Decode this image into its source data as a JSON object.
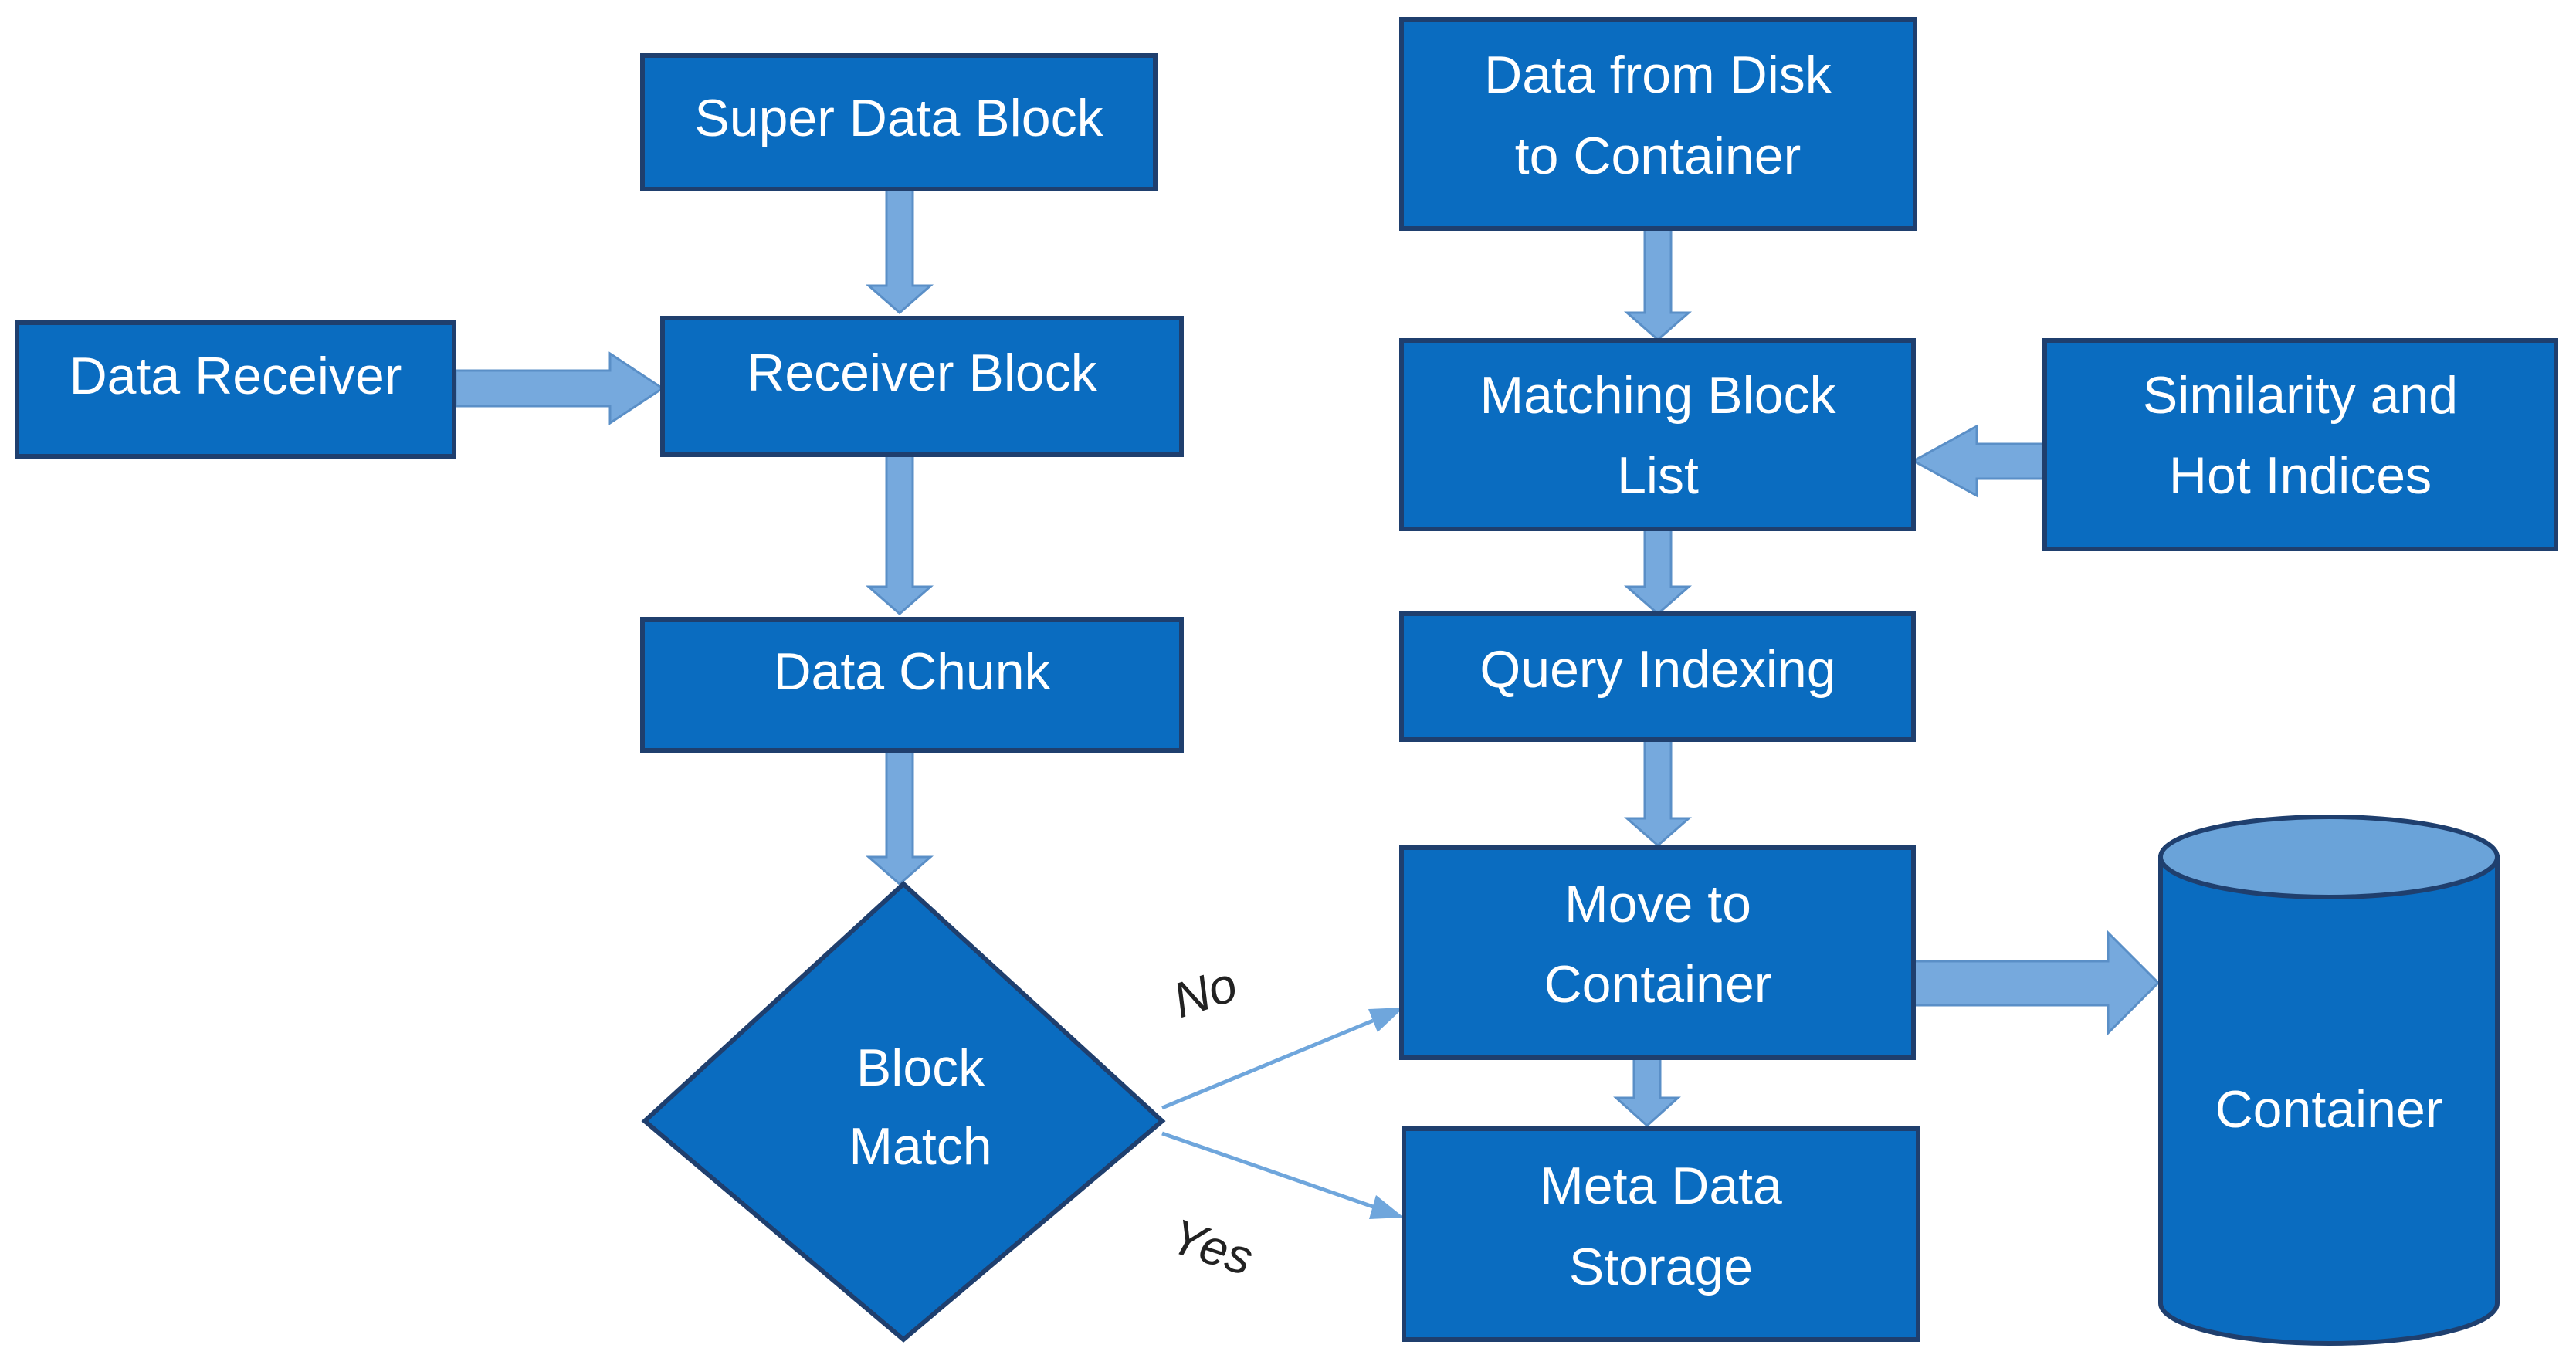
{
  "nodes": {
    "super_data_block": [
      "Super Data Block"
    ],
    "data_receiver": [
      "Data Receiver"
    ],
    "receiver_block": [
      "Receiver Block"
    ],
    "data_chunk": [
      "Data Chunk"
    ],
    "block_match": [
      "Block",
      "Match"
    ],
    "data_from_disk": [
      "Data from Disk",
      "to Container"
    ],
    "matching_block_list": [
      "Matching Block",
      "List"
    ],
    "similarity_hot_indices": [
      "Similarity and",
      "Hot Indices"
    ],
    "query_indexing": [
      "Query Indexing"
    ],
    "move_to_container": [
      "Move to",
      "Container"
    ],
    "meta_data_storage": [
      "Meta Data",
      "Storage"
    ],
    "container": [
      "Container"
    ]
  },
  "edges": {
    "no_label": "No",
    "yes_label": "Yes"
  },
  "colors": {
    "node_fill": "#0a6cc0",
    "node_border": "#1f3f6e",
    "arrow_fill": "#76a9dd",
    "cylinder_top": "#6aa3d9",
    "text": "#ffffff"
  }
}
